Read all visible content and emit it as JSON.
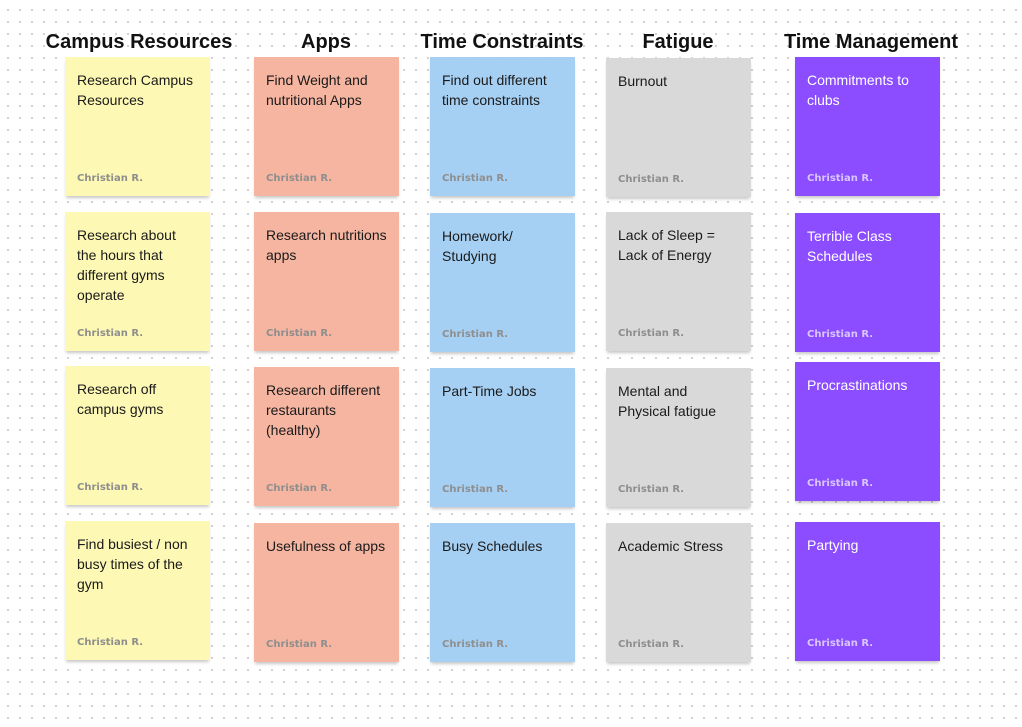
{
  "columns": [
    {
      "title": "Campus Resources",
      "color": "#fdf8b4",
      "notes": [
        {
          "text": "Research Campus Resources",
          "author": "Christian R."
        },
        {
          "text": "Research about the hours that different gyms operate",
          "author": "Christian R."
        },
        {
          "text": "Research off campus gyms",
          "author": "Christian R."
        },
        {
          "text": "Find busiest / non busy times of the gym",
          "author": "Christian R."
        }
      ]
    },
    {
      "title": "Apps",
      "color": "#f5b5a0",
      "notes": [
        {
          "text": "Find Weight and nutritional Apps",
          "author": "Christian R."
        },
        {
          "text": "Research nutritions apps",
          "author": "Christian R."
        },
        {
          "text": "Research different restaurants (healthy)",
          "author": "Christian R."
        },
        {
          "text": "Usefulness of apps",
          "author": "Christian R."
        }
      ]
    },
    {
      "title": "Time Constraints",
      "color": "#a6d0f3",
      "notes": [
        {
          "text": "Find out different time constraints",
          "author": "Christian R."
        },
        {
          "text": "Homework/ Studying",
          "author": "Christian R."
        },
        {
          "text": "Part-Time Jobs",
          "author": "Christian R."
        },
        {
          "text": "Busy Schedules",
          "author": "Christian R."
        }
      ]
    },
    {
      "title": "Fatigue",
      "color": "#d9d9d9",
      "notes": [
        {
          "text": "Burnout",
          "author": "Christian R."
        },
        {
          "text": "Lack of Sleep = Lack of Energy",
          "author": "Christian R."
        },
        {
          "text": "Mental and Physical fatigue",
          "author": "Christian R."
        },
        {
          "text": "Academic Stress",
          "author": "Christian R."
        }
      ]
    },
    {
      "title": "Time Management",
      "color": "#8b4dff",
      "notes": [
        {
          "text": "Commitments to clubs",
          "author": "Christian R."
        },
        {
          "text": "Terrible Class Schedules",
          "author": "Christian R."
        },
        {
          "text": "Procrastinations",
          "author": "Christian R."
        },
        {
          "text": "Partying",
          "author": "Christian R."
        }
      ]
    }
  ]
}
